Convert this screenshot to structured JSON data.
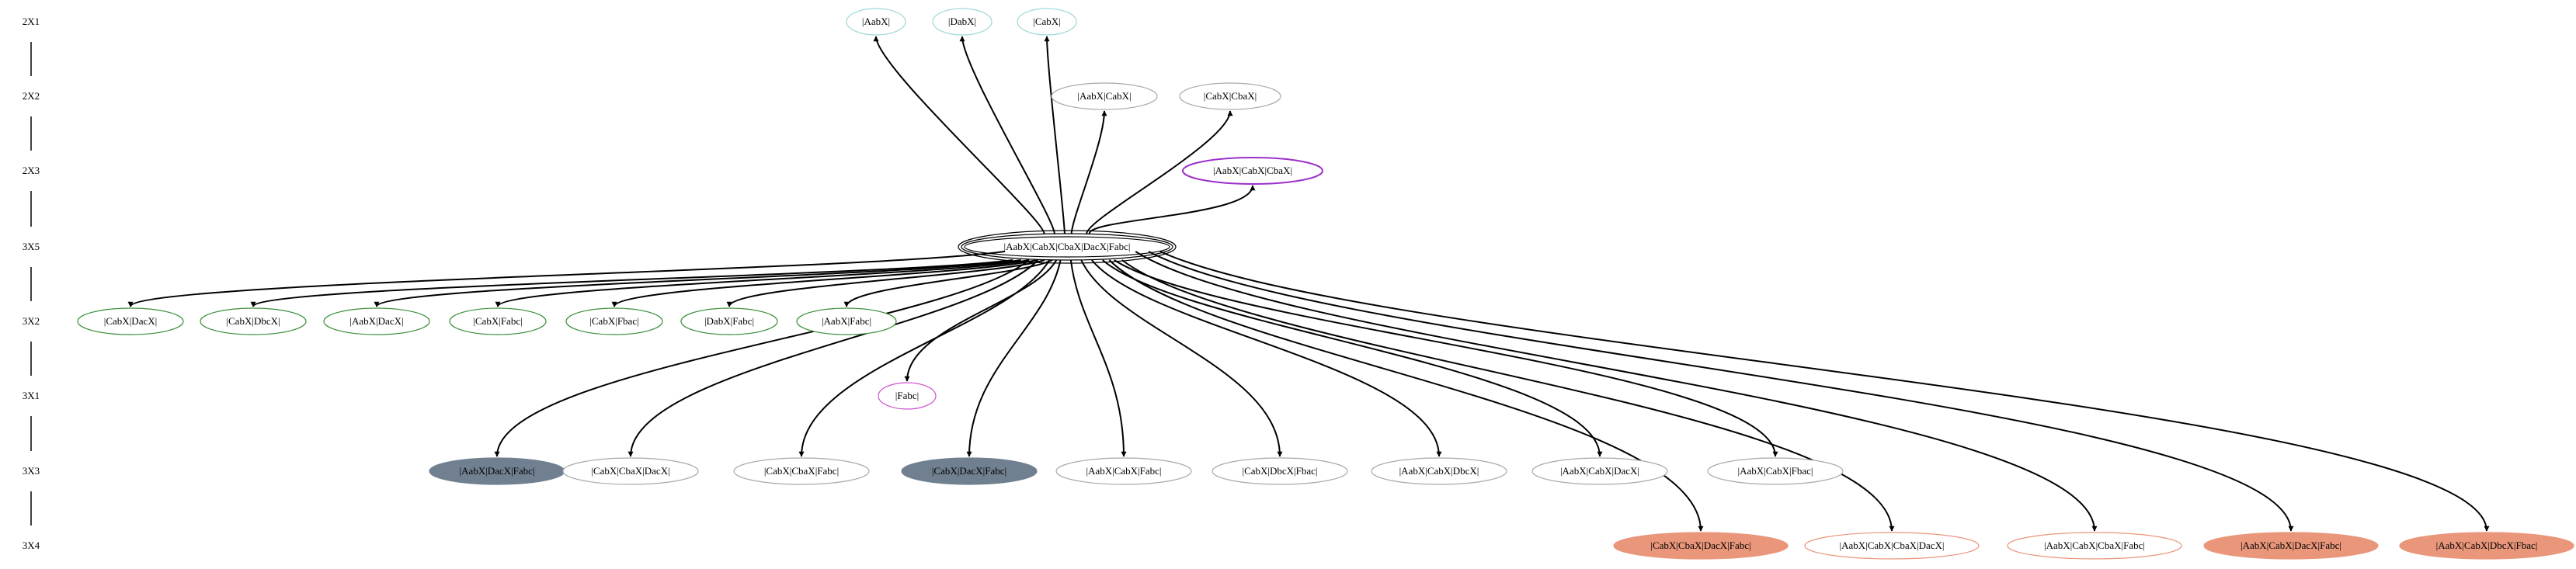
{
  "ranks": [
    "2X1",
    "2X2",
    "2X3",
    "3X5",
    "3X2",
    "3X1",
    "3X3",
    "3X4"
  ],
  "colors": {
    "cyan": "#9ed8d8",
    "gray": "#a9a9a9",
    "purple": "#9b30c8",
    "black": "#000000",
    "green": "#3a8f3a",
    "magenta": "#d050d0",
    "slate": "#708090",
    "salmon": "#e9967a"
  },
  "nodes": [
    {
      "id": "n_aabx",
      "label": "|AabX|",
      "rank": "2X1",
      "style": "outline",
      "color": "cyan"
    },
    {
      "id": "n_dabx",
      "label": "|DabX|",
      "rank": "2X1",
      "style": "outline",
      "color": "cyan"
    },
    {
      "id": "n_cabx",
      "label": "|CabX|",
      "rank": "2X1",
      "style": "outline",
      "color": "cyan"
    },
    {
      "id": "n_aabx_cabx",
      "label": "|AabX|CabX|",
      "rank": "2X2",
      "style": "outline",
      "color": "gray"
    },
    {
      "id": "n_cabx_cbax",
      "label": "|CabX|CbaX|",
      "rank": "2X2",
      "style": "outline",
      "color": "gray"
    },
    {
      "id": "n_aabx_cabx_cbax",
      "label": "|AabX|CabX|CbaX|",
      "rank": "2X3",
      "style": "outline",
      "color": "purple"
    },
    {
      "id": "n_root",
      "label": "|AabX|CabX|CbaX|DacX|Fabc|",
      "rank": "3X5",
      "style": "triple",
      "color": "black"
    },
    {
      "id": "n_cabx_dacx",
      "label": "|CabX|DacX|",
      "rank": "3X2",
      "style": "outline",
      "color": "green"
    },
    {
      "id": "n_cabx_dbcx",
      "label": "|CabX|DbcX|",
      "rank": "3X2",
      "style": "outline",
      "color": "green"
    },
    {
      "id": "n_aabx_dacx",
      "label": "|AabX|DacX|",
      "rank": "3X2",
      "style": "outline",
      "color": "green"
    },
    {
      "id": "n_cabx_fabc",
      "label": "|CabX|Fabc|",
      "rank": "3X2",
      "style": "outline",
      "color": "green"
    },
    {
      "id": "n_cabx_fbac",
      "label": "|CabX|Fbac|",
      "rank": "3X2",
      "style": "outline",
      "color": "green"
    },
    {
      "id": "n_dabx_fabc",
      "label": "|DabX|Fabc|",
      "rank": "3X2",
      "style": "outline",
      "color": "green"
    },
    {
      "id": "n_aabx_fabc",
      "label": "|AabX|Fabc|",
      "rank": "3X2",
      "style": "outline",
      "color": "green"
    },
    {
      "id": "n_fabc",
      "label": "|Fabc|",
      "rank": "3X1",
      "style": "outline",
      "color": "magenta"
    },
    {
      "id": "n_aabx_dacx_fabc",
      "label": "|AabX|DacX|Fabc|",
      "rank": "3X3",
      "style": "filled",
      "color": "slate"
    },
    {
      "id": "n_cabx_cbax_dacx",
      "label": "|CabX|CbaX|DacX|",
      "rank": "3X3",
      "style": "outline",
      "color": "gray"
    },
    {
      "id": "n_cabx_cbax_fabc",
      "label": "|CabX|CbaX|Fabc|",
      "rank": "3X3",
      "style": "outline",
      "color": "gray"
    },
    {
      "id": "n_cabx_dacx_fabc",
      "label": "|CabX|DacX|Fabc|",
      "rank": "3X3",
      "style": "filled",
      "color": "slate"
    },
    {
      "id": "n_aabx_cabx_fabc",
      "label": "|AabX|CabX|Fabc|",
      "rank": "3X3",
      "style": "outline",
      "color": "gray"
    },
    {
      "id": "n_cabx_dbcx_fbac",
      "label": "|CabX|DbcX|Fbac|",
      "rank": "3X3",
      "style": "outline",
      "color": "gray"
    },
    {
      "id": "n_aabx_cabx_dbcx",
      "label": "|AabX|CabX|DbcX|",
      "rank": "3X3",
      "style": "outline",
      "color": "gray"
    },
    {
      "id": "n_aabx_cabx_dacx",
      "label": "|AabX|CabX|DacX|",
      "rank": "3X3",
      "style": "outline",
      "color": "gray"
    },
    {
      "id": "n_aabx_cabx_fbac",
      "label": "|AabX|CabX|Fbac|",
      "rank": "3X3",
      "style": "outline",
      "color": "gray"
    },
    {
      "id": "n_cabx_cbax_dacx_fabc",
      "label": "|CabX|CbaX|DacX|Fabc|",
      "rank": "3X4",
      "style": "filled",
      "color": "salmon"
    },
    {
      "id": "n_aabx_cabx_cbax_dacx",
      "label": "|AabX|CabX|CbaX|DacX|",
      "rank": "3X4",
      "style": "outline",
      "color": "salmon"
    },
    {
      "id": "n_aabx_cabx_cbax_fabc",
      "label": "|AabX|CabX|CbaX|Fabc|",
      "rank": "3X4",
      "style": "outline",
      "color": "salmon"
    },
    {
      "id": "n_aabx_cabx_dacx_fabc",
      "label": "|AabX|CabX|DacX|Fabc|",
      "rank": "3X4",
      "style": "filled",
      "color": "salmon"
    },
    {
      "id": "n_aabx_cabx_dbcx_fbac",
      "label": "|AabX|CabX|DbcX|Fbac|",
      "rank": "3X4",
      "style": "filled",
      "color": "salmon"
    }
  ],
  "edges": [
    {
      "from": "n_root",
      "to": "n_aabx"
    },
    {
      "from": "n_root",
      "to": "n_dabx"
    },
    {
      "from": "n_root",
      "to": "n_cabx"
    },
    {
      "from": "n_root",
      "to": "n_aabx_cabx"
    },
    {
      "from": "n_root",
      "to": "n_cabx_cbax"
    },
    {
      "from": "n_root",
      "to": "n_aabx_cabx_cbax"
    },
    {
      "from": "n_root",
      "to": "n_cabx_dacx"
    },
    {
      "from": "n_root",
      "to": "n_cabx_dbcx"
    },
    {
      "from": "n_root",
      "to": "n_aabx_dacx"
    },
    {
      "from": "n_root",
      "to": "n_cabx_fabc"
    },
    {
      "from": "n_root",
      "to": "n_cabx_fbac"
    },
    {
      "from": "n_root",
      "to": "n_dabx_fabc"
    },
    {
      "from": "n_root",
      "to": "n_aabx_fabc"
    },
    {
      "from": "n_root",
      "to": "n_fabc"
    },
    {
      "from": "n_root",
      "to": "n_aabx_dacx_fabc"
    },
    {
      "from": "n_root",
      "to": "n_cabx_cbax_dacx"
    },
    {
      "from": "n_root",
      "to": "n_cabx_cbax_fabc"
    },
    {
      "from": "n_root",
      "to": "n_cabx_dacx_fabc"
    },
    {
      "from": "n_root",
      "to": "n_aabx_cabx_fabc"
    },
    {
      "from": "n_root",
      "to": "n_cabx_dbcx_fbac"
    },
    {
      "from": "n_root",
      "to": "n_aabx_cabx_dbcx"
    },
    {
      "from": "n_root",
      "to": "n_aabx_cabx_dacx"
    },
    {
      "from": "n_root",
      "to": "n_aabx_cabx_fbac"
    },
    {
      "from": "n_root",
      "to": "n_cabx_cbax_dacx_fabc"
    },
    {
      "from": "n_root",
      "to": "n_aabx_cabx_cbax_dacx"
    },
    {
      "from": "n_root",
      "to": "n_aabx_cabx_cbax_fabc"
    },
    {
      "from": "n_root",
      "to": "n_aabx_cabx_dacx_fabc"
    },
    {
      "from": "n_root",
      "to": "n_aabx_cabx_dbcx_fbac"
    }
  ]
}
